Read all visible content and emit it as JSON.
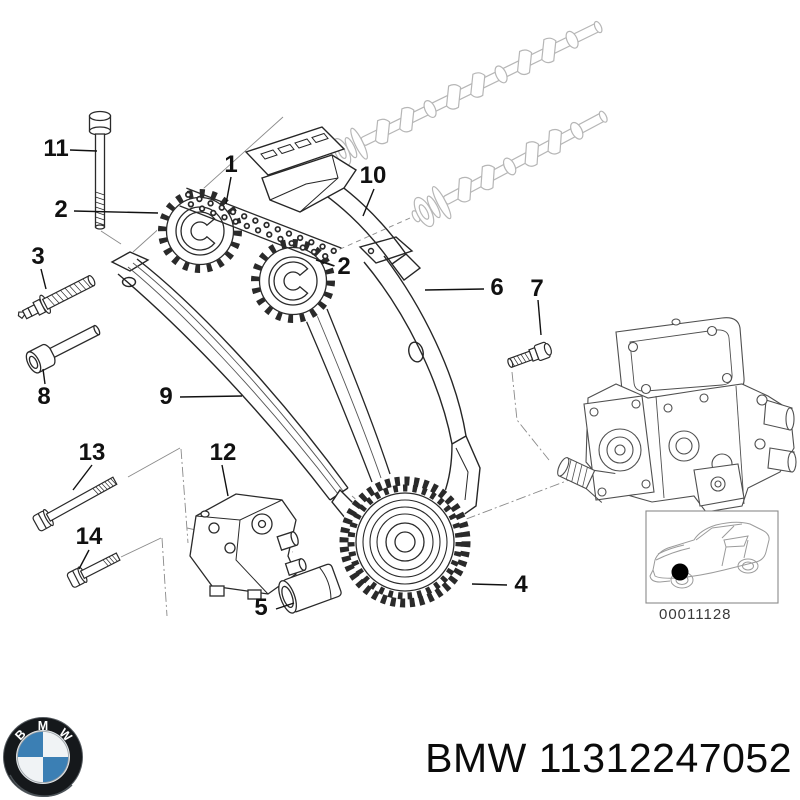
{
  "diagram": {
    "callouts": [
      {
        "part": "11"
      },
      {
        "part": "2"
      },
      {
        "part": "1"
      },
      {
        "part": "10"
      },
      {
        "part": "2"
      },
      {
        "part": "3"
      },
      {
        "part": "8"
      },
      {
        "part": "9"
      },
      {
        "part": "6"
      },
      {
        "part": "7"
      },
      {
        "part": "13"
      },
      {
        "part": "12"
      },
      {
        "part": "14"
      },
      {
        "part": "5"
      },
      {
        "part": "4"
      }
    ]
  },
  "thumbnail": {
    "image_number": "00011128"
  },
  "footer": {
    "title": "BMW 11312247052",
    "logo": {
      "letters": [
        "B",
        "M",
        "W"
      ],
      "blue": "#3b7fb4",
      "silver": "#f0f3f5",
      "ring": "#15181b"
    }
  }
}
